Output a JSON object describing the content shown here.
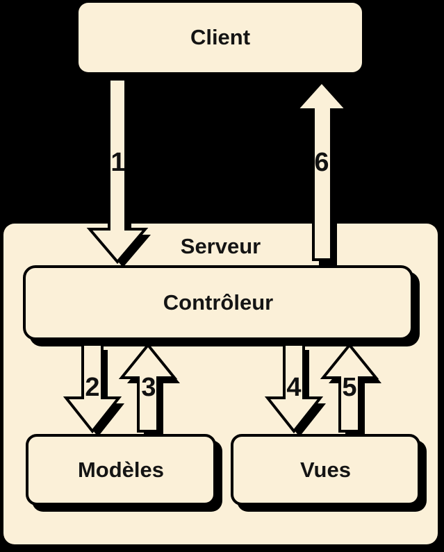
{
  "diagram": {
    "type": "architecture-flow",
    "background_color": "#000000",
    "node_fill_color": "#FBF0D8",
    "line_color": "#000000",
    "nodes": {
      "client": {
        "label": "Client"
      },
      "serveur": {
        "label": "Serveur"
      },
      "controleur": {
        "label": "Contrôleur"
      },
      "modeles": {
        "label": "Modèles"
      },
      "vues": {
        "label": "Vues"
      }
    },
    "arrows": [
      {
        "label": "1",
        "direction": "down",
        "from": "Client",
        "to": "Contrôleur"
      },
      {
        "label": "2",
        "direction": "down",
        "from": "Contrôleur",
        "to": "Modèles"
      },
      {
        "label": "3",
        "direction": "up",
        "from": "Modèles",
        "to": "Contrôleur"
      },
      {
        "label": "4",
        "direction": "down",
        "from": "Contrôleur",
        "to": "Vues"
      },
      {
        "label": "5",
        "direction": "up",
        "from": "Vues",
        "to": "Contrôleur"
      },
      {
        "label": "6",
        "direction": "up",
        "from": "Contrôleur",
        "to": "Client"
      }
    ]
  }
}
